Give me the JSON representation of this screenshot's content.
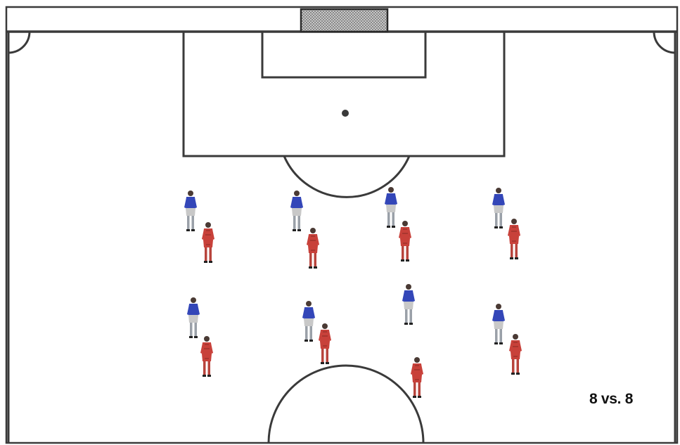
{
  "caption": "8 vs. 8",
  "colors": {
    "lines": "#3a3a3a",
    "goal_net": "#9a9a9a",
    "team_blue": "#3346b8",
    "team_red": "#c8413a",
    "shorts": "#c8c8c8",
    "background": "#ffffff"
  },
  "players": {
    "blue_count": 8,
    "red_count": 8
  }
}
